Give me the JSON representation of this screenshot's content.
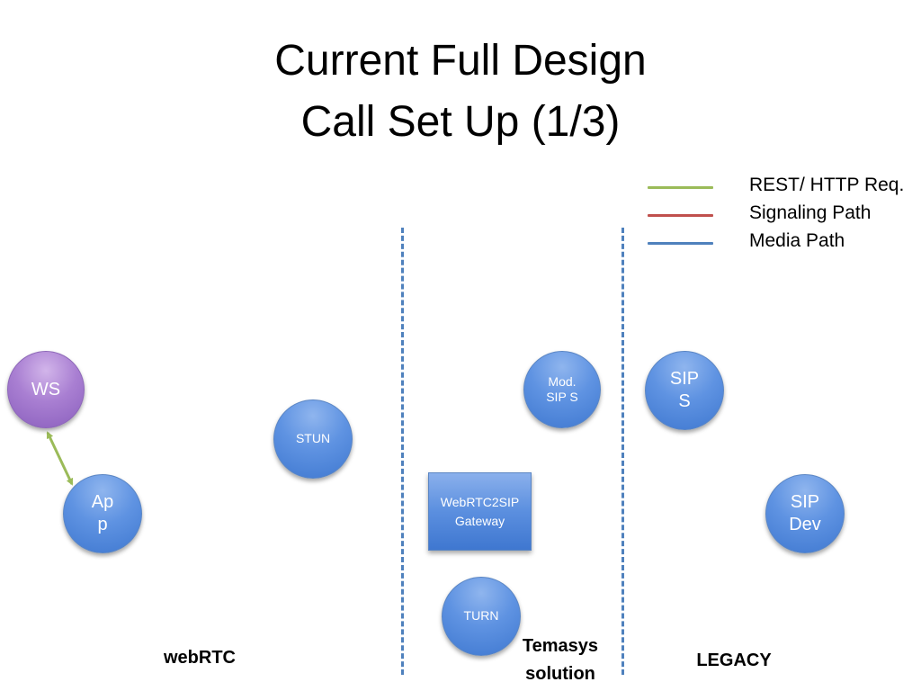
{
  "slide": {
    "title_line1": "Current Full Design",
    "title_line2": "Call Set Up (1/3)"
  },
  "legend": [
    {
      "label": "REST/ HTTP Req.",
      "color": "#9bbb59"
    },
    {
      "label": "Signaling Path",
      "color": "#c0504d"
    },
    {
      "label": "Media Path",
      "color": "#4f81bd"
    }
  ],
  "nodes": {
    "ws": "WS",
    "app_line1": "Ap",
    "app_line2": "p",
    "stun": "STUN",
    "mod_sip_line1": "Mod.",
    "mod_sip_line2": "SIP S",
    "sip_s_line1": "SIP",
    "sip_s_line2": "S",
    "gateway_line1": "WebRTC2SIP",
    "gateway_line2": "Gateway",
    "turn": "TURN",
    "sip_dev_line1": "SIP",
    "sip_dev_line2": "Dev"
  },
  "sections": {
    "webrtc": "webRTC",
    "temasys_line1": "Temasys",
    "temasys_line2": "solution",
    "legacy": "LEGACY"
  },
  "colors": {
    "divider": "#4f81bd",
    "rest_arrow": "#9bbb59"
  }
}
